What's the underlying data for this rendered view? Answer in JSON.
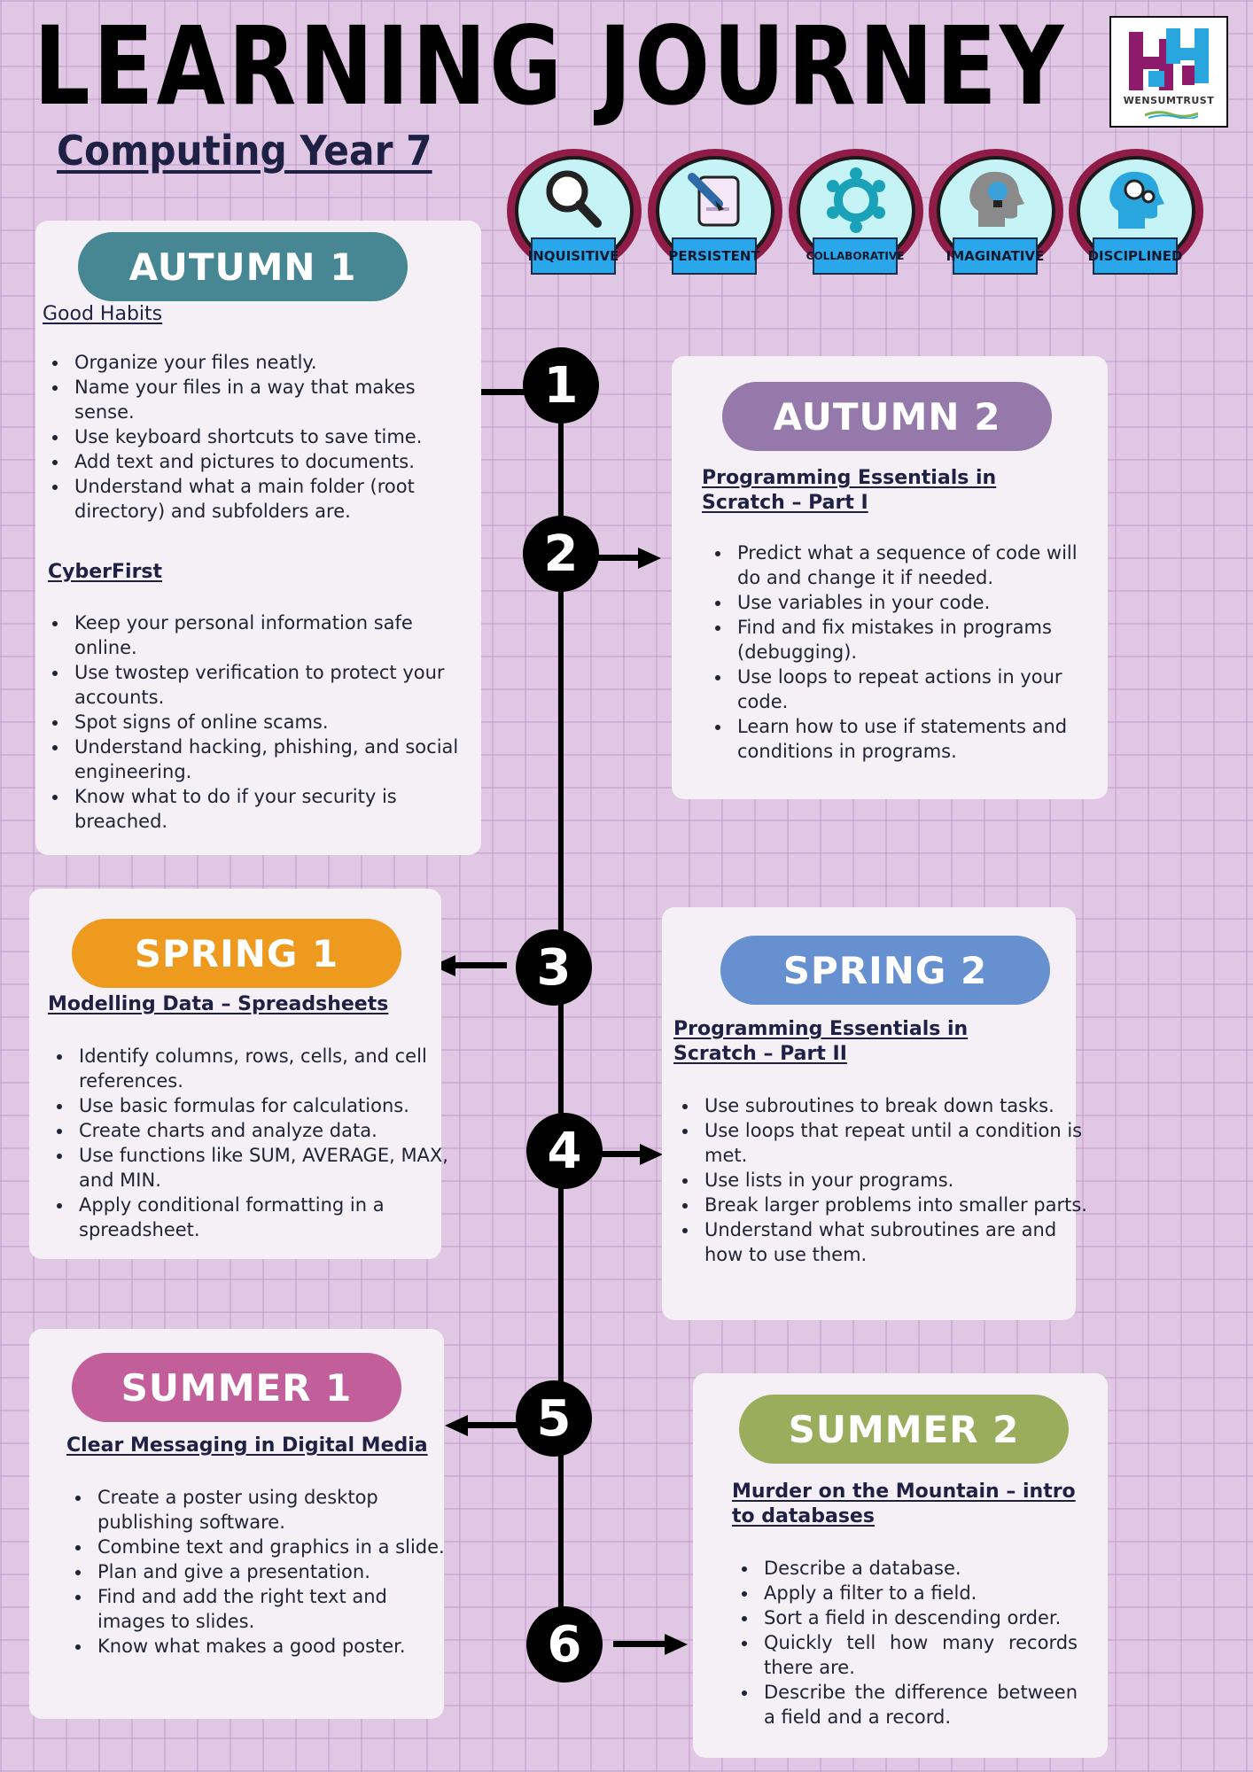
{
  "header": {
    "title": "LEARNING JOURNEY",
    "subtitle": "Computing Year 7",
    "logo_text": "WENSUMTRUST"
  },
  "values": [
    {
      "label": "INQUISITIVE",
      "icon": "magnifying-glass-icon"
    },
    {
      "label": "PERSISTENT",
      "icon": "map-pencil-icon"
    },
    {
      "label": "COLLABORATIVE",
      "icon": "team-circle-icon"
    },
    {
      "label": "IMAGINATIVE",
      "icon": "head-lightbulb-icon"
    },
    {
      "label": "DISCIPLINED",
      "icon": "head-gears-icon"
    }
  ],
  "timeline": {
    "nodes": [
      "1",
      "2",
      "3",
      "4",
      "5",
      "6"
    ]
  },
  "colors": {
    "autumn1": "#478693",
    "autumn2": "#9479aa",
    "spring1": "#ee9a1f",
    "spring2": "#6690cf",
    "summer1": "#c25f9a",
    "summer2": "#9aad5c"
  },
  "terms": {
    "autumn1": {
      "label": "AUTUMN 1",
      "sections": [
        {
          "heading": "Good Habits",
          "items": [
            "Organize your files neatly.",
            "Name your files in a way that makes sense.",
            "Use keyboard shortcuts to save time.",
            "Add text and pictures to documents.",
            "Understand what a main folder (root directory) and subfolders are."
          ]
        },
        {
          "heading": "CyberFirst",
          "items": [
            "Keep your personal information safe online.",
            "Use twostep verification to protect your accounts.",
            "Spot signs of online scams.",
            "Understand hacking, phishing, and social engineering.",
            "Know what to do if your security is breached."
          ]
        }
      ]
    },
    "autumn2": {
      "label": "AUTUMN 2",
      "heading": "Programming Essentials in Scratch – Part I",
      "items": [
        "Predict what a sequence of code will do and change it if needed.",
        "Use variables in your code.",
        "Find and fix mistakes in programs (debugging).",
        "Use loops to repeat actions in your code.",
        "Learn how to use if statements and conditions in programs."
      ]
    },
    "spring1": {
      "label": "SPRING 1",
      "heading": "Modelling Data – Spreadsheets",
      "items": [
        "Identify columns, rows, cells, and cell references.",
        "Use basic formulas for calculations.",
        "Create charts and analyze data.",
        "Use functions like SUM, AVERAGE, MAX, and MIN.",
        "Apply conditional formatting in a spreadsheet."
      ]
    },
    "spring2": {
      "label": "SPRING 2",
      "heading": "Programming Essentials in Scratch – Part II",
      "items": [
        "Use subroutines to break down tasks.",
        "Use loops that repeat until a condition is met.",
        "Use lists in your programs.",
        "Break larger problems into smaller parts.",
        "Understand what subroutines are and how to use them."
      ]
    },
    "summer1": {
      "label": "SUMMER 1",
      "heading": "Clear Messaging in Digital Media",
      "items": [
        "Create a poster using desktop publishing software.",
        "Combine text and graphics in a slide.",
        "Plan and give a presentation.",
        "Find and add the right text and images to slides.",
        "Know what makes a good poster."
      ]
    },
    "summer2": {
      "label": "SUMMER 2",
      "heading": "Murder on the Mountain – intro to databases",
      "items": [
        "Describe a database.",
        "Apply a filter to a field.",
        "Sort a field in descending order.",
        "Quickly tell how many records there are.",
        "Describe the difference between a field and a record."
      ]
    }
  }
}
